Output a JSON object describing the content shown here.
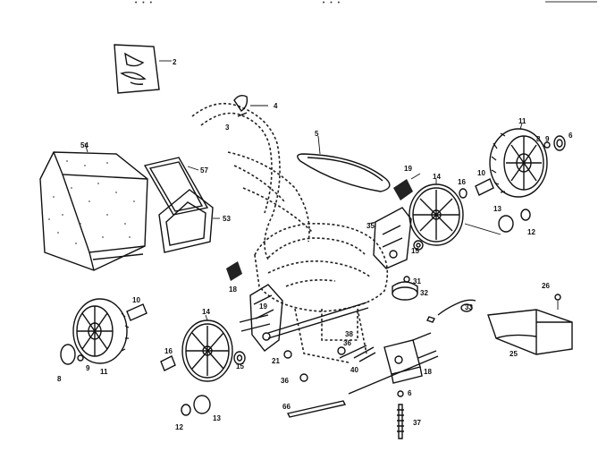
{
  "header_marks": [
    "• • •",
    "• • •"
  ],
  "callouts": {
    "c2": "2",
    "c3": "3",
    "c4": "4",
    "c5": "5",
    "c6a": "6",
    "c6b": "6",
    "c8a": "8",
    "c8b": "8",
    "c9a": "9",
    "c9b": "9",
    "c10a": "10",
    "c10b": "10",
    "c11a": "11",
    "c11b": "11",
    "c12a": "12",
    "c12b": "12",
    "c13a": "13",
    "c13b": "13",
    "c14a": "14",
    "c14b": "14",
    "c15a": "15",
    "c15b": "15",
    "c16a": "16",
    "c16b": "16",
    "c18a": "18",
    "c18b": "18",
    "c19a": "19",
    "c19b": "19",
    "c21": "21",
    "c25": "25",
    "c26": "26",
    "c31": "31",
    "c32": "32",
    "c33": "33",
    "c35": "35",
    "c36a": "36",
    "c36b": "36",
    "c37": "37",
    "c38": "38",
    "c40": "40",
    "c53": "53",
    "c54": "54",
    "c57": "57",
    "c66": "66"
  }
}
